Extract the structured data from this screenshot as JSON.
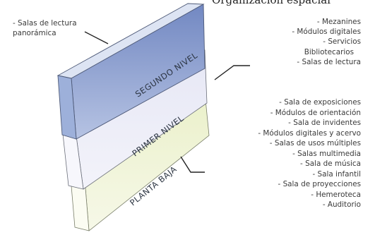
{
  "header_partial": "Organización espacial",
  "levels": {
    "segundo": "SEGUNDO NIVEL",
    "primer": "PRIMER NIVEL",
    "planta_baja": "PLANTA BAJA"
  },
  "top_left_label": [
    "- Salas de lectura",
    "panorámica"
  ],
  "segundo_list": [
    "- Mezanines",
    "- Módulos digitales",
    "- Servicios",
    "Bibliotecarios",
    "- Salas de lectura"
  ],
  "primer_list": [
    "- Sala de exposiciones",
    "- Módulos de orientación",
    "- Sala de invidentes",
    "- Módulos digitales y acervo",
    "- Salas de usos múltiples",
    "- Salas multimedia",
    "- Sala de música",
    "- Sala infantil",
    "- Sala de proyecciones",
    "- Hemeroteca",
    "- Auditorio"
  ],
  "colors": {
    "segundo_front": "#8fa3cf",
    "segundo_top": "#dfe6f4",
    "segundo_side": "#a7b6da",
    "primer_front": "#e9eaf6",
    "primer_top": "#f4f4fb",
    "planta_front": "#f1f4dc",
    "planta_top": "#f7f9e8",
    "outline": "#6b6f7a"
  }
}
